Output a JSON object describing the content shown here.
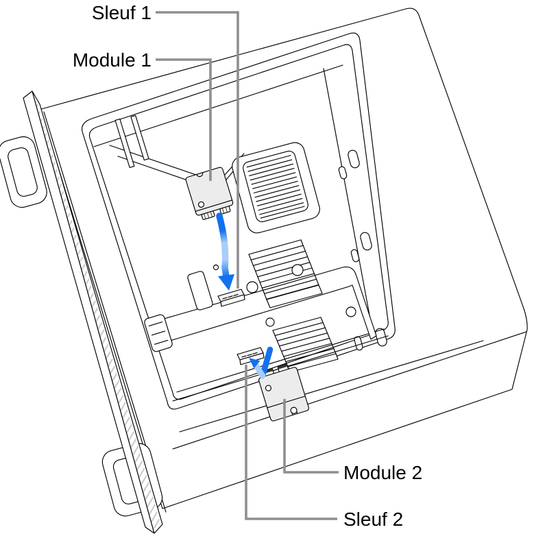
{
  "labels": {
    "slot1": "Sleuf 1",
    "module1": "Module 1",
    "module2": "Module 2",
    "slot2": "Sleuf 2"
  },
  "colors": {
    "outline": "#000000",
    "callout_line": "#8f8f8f",
    "arrow_dark": "#1371ef",
    "arrow_light": "#a8cdf8",
    "module_fill": "#ececec",
    "hatch": "#c8c8c8",
    "background": "#ffffff"
  }
}
